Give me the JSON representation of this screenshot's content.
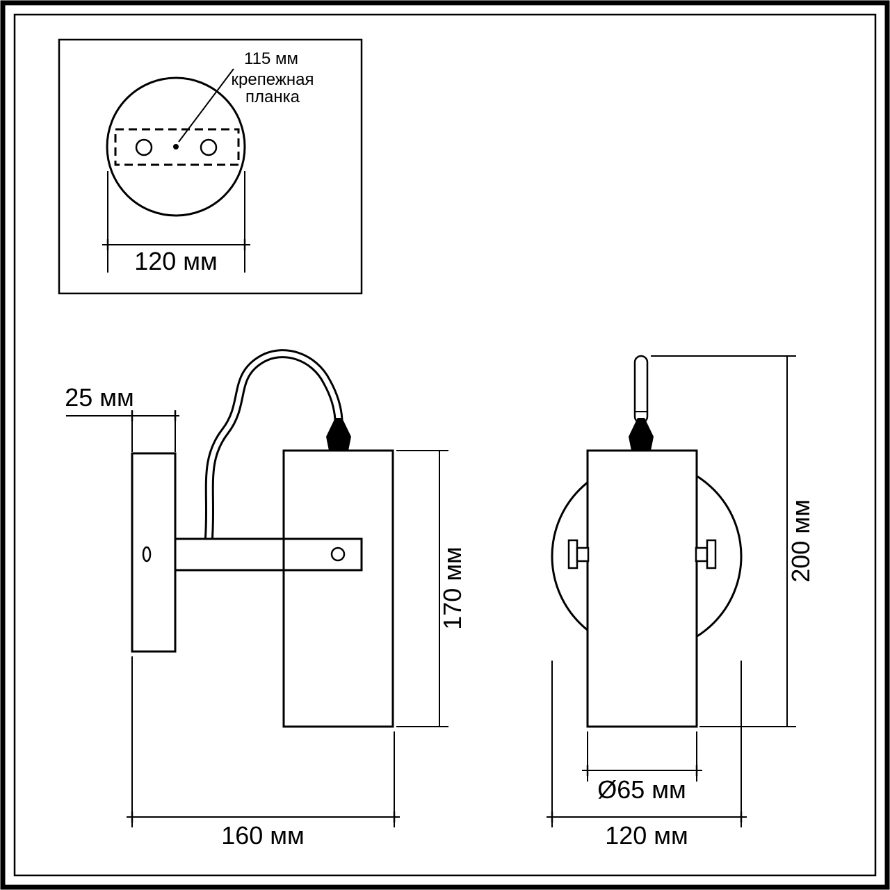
{
  "inset_view": {
    "hole_spacing_label": "115 мм",
    "plate_label_line1": "крепежная",
    "plate_label_line2": "планка",
    "plate_width_label": "120 мм"
  },
  "side_view": {
    "plate_depth_label": "25 мм",
    "body_height_label": "170 мм",
    "total_width_label": "160 мм"
  },
  "front_view": {
    "total_height_label": "200 мм",
    "body_diameter_label": "Ø65 мм",
    "plate_diameter_label": "120 мм"
  }
}
